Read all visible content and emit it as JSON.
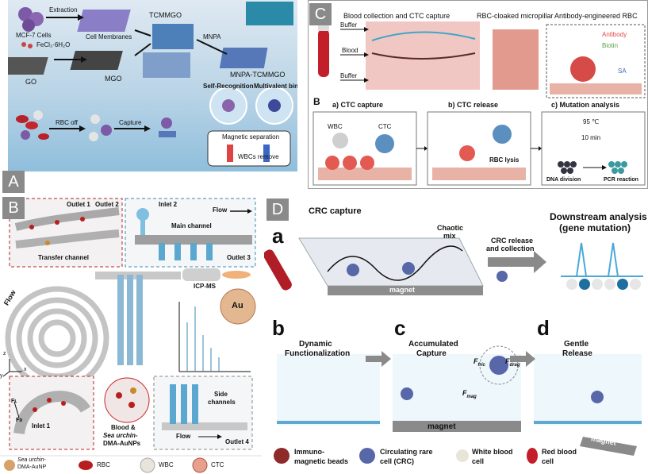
{
  "panelA": {
    "tag": "A",
    "labels": {
      "mcf7": "MCF-7 Cells",
      "extraction": "Extraction",
      "cell_membranes": "Cell Membranes",
      "tcmmgo": "TCMMGO",
      "fecl3": "FeCl₃·6H₂O",
      "go": "GO",
      "mgo": "MGO",
      "mnpa": "MNPA",
      "mnpa_tcmmgo": "MNPA-TCMMGO",
      "self_recognition": "Self-Recognition",
      "multivalent": "Multivalent binding",
      "rbc_off": "RBC off",
      "capture": "Capture",
      "magnetic_sep": "Magnetic separation",
      "wbc_remove": "WBCs remove"
    }
  },
  "panelB": {
    "tag": "B",
    "labels": {
      "outlet1": "Outlet 1",
      "outlet2": "Outlet 2",
      "inlet2": "Inlet 2",
      "flow_top": "Flow",
      "main_channel": "Main channel",
      "transfer_channel": "Transfer channel",
      "outlet3": "Outlet 3",
      "flow_left": "Flow",
      "icpms": "ICP-MS",
      "au": "Au",
      "inlet1": "Inlet 1",
      "fl": "Fʟ",
      "fd": "Fᴅ",
      "blood_line1": "Blood &",
      "blood_line2": "Sea urchin-",
      "blood_line3": "DMA-AuNPs",
      "side_channels_1": "Side",
      "side_channels_2": "channels",
      "flow_bottom": "Flow",
      "outlet4": "Outlet 4",
      "z": "z",
      "y": "y",
      "x": "x"
    },
    "legend": [
      {
        "line1": "Sea urchin-",
        "line2": "DMA-AuNP",
        "color": "#d9a16a"
      },
      {
        "line1": "RBC",
        "line2": "",
        "color": "#b81e1e"
      },
      {
        "line1": "WBC",
        "line2": "",
        "color": "#e8e4dc"
      },
      {
        "line1": "CTC",
        "line2": "",
        "color": "#e8a08a"
      }
    ]
  },
  "panelC": {
    "tag": "C",
    "headers": {
      "h1": "Blood collection  and CTC capture",
      "h2": "RBC-cloaked micropillar",
      "h3": "Antibody-engineered RBC"
    },
    "flow_labels": [
      "Buffer",
      "Blood",
      "Buffer"
    ],
    "legend": {
      "antibody": "Antibody",
      "biotin": "Biotin",
      "sa": "SA"
    },
    "sub_tag": "B",
    "steps": {
      "a": "a) CTC capture",
      "b": "b) CTC release",
      "c": "c) Mutation analysis"
    },
    "wbc": "WBC",
    "ctc": "CTC",
    "rbc_lysis": "RBC lysis",
    "temp": "95 ℃",
    "time": "10 min",
    "dna_division": "DNA division",
    "pcr": "PCR reaction"
  },
  "panelD": {
    "tag": "D",
    "a": {
      "letter": "a",
      "crc_capture": "CRC capture",
      "chaotic": "Chaotic",
      "mix": "mix",
      "release1": "CRC release",
      "release2": "and collection",
      "downstream1": "Downstream analysis",
      "downstream2": "(gene mutation)",
      "magnet": "magnet"
    },
    "b": {
      "letter": "b",
      "title1": "Dynamic",
      "title2": "Functionalization"
    },
    "c": {
      "letter": "c",
      "title1": "Accumulated",
      "title2": "Capture",
      "magnet": "magnet",
      "ffric": "F",
      "ffric_sub": "fric",
      "fdrag": "F",
      "fdrag_sub": "drag",
      "fmag": "F",
      "fmag_sub": "mag"
    },
    "d": {
      "letter": "d",
      "title1": "Gentle",
      "title2": "Release",
      "magnet": "magnet"
    },
    "legend": [
      {
        "line1": "Immuno-",
        "line2": "magnetic beads"
      },
      {
        "line1": "Circulating rare",
        "line2": "cell (CRC)"
      },
      {
        "line1": "White blood",
        "line2": "cell"
      },
      {
        "line1": "Red blood",
        "line2": "cell"
      }
    ]
  }
}
